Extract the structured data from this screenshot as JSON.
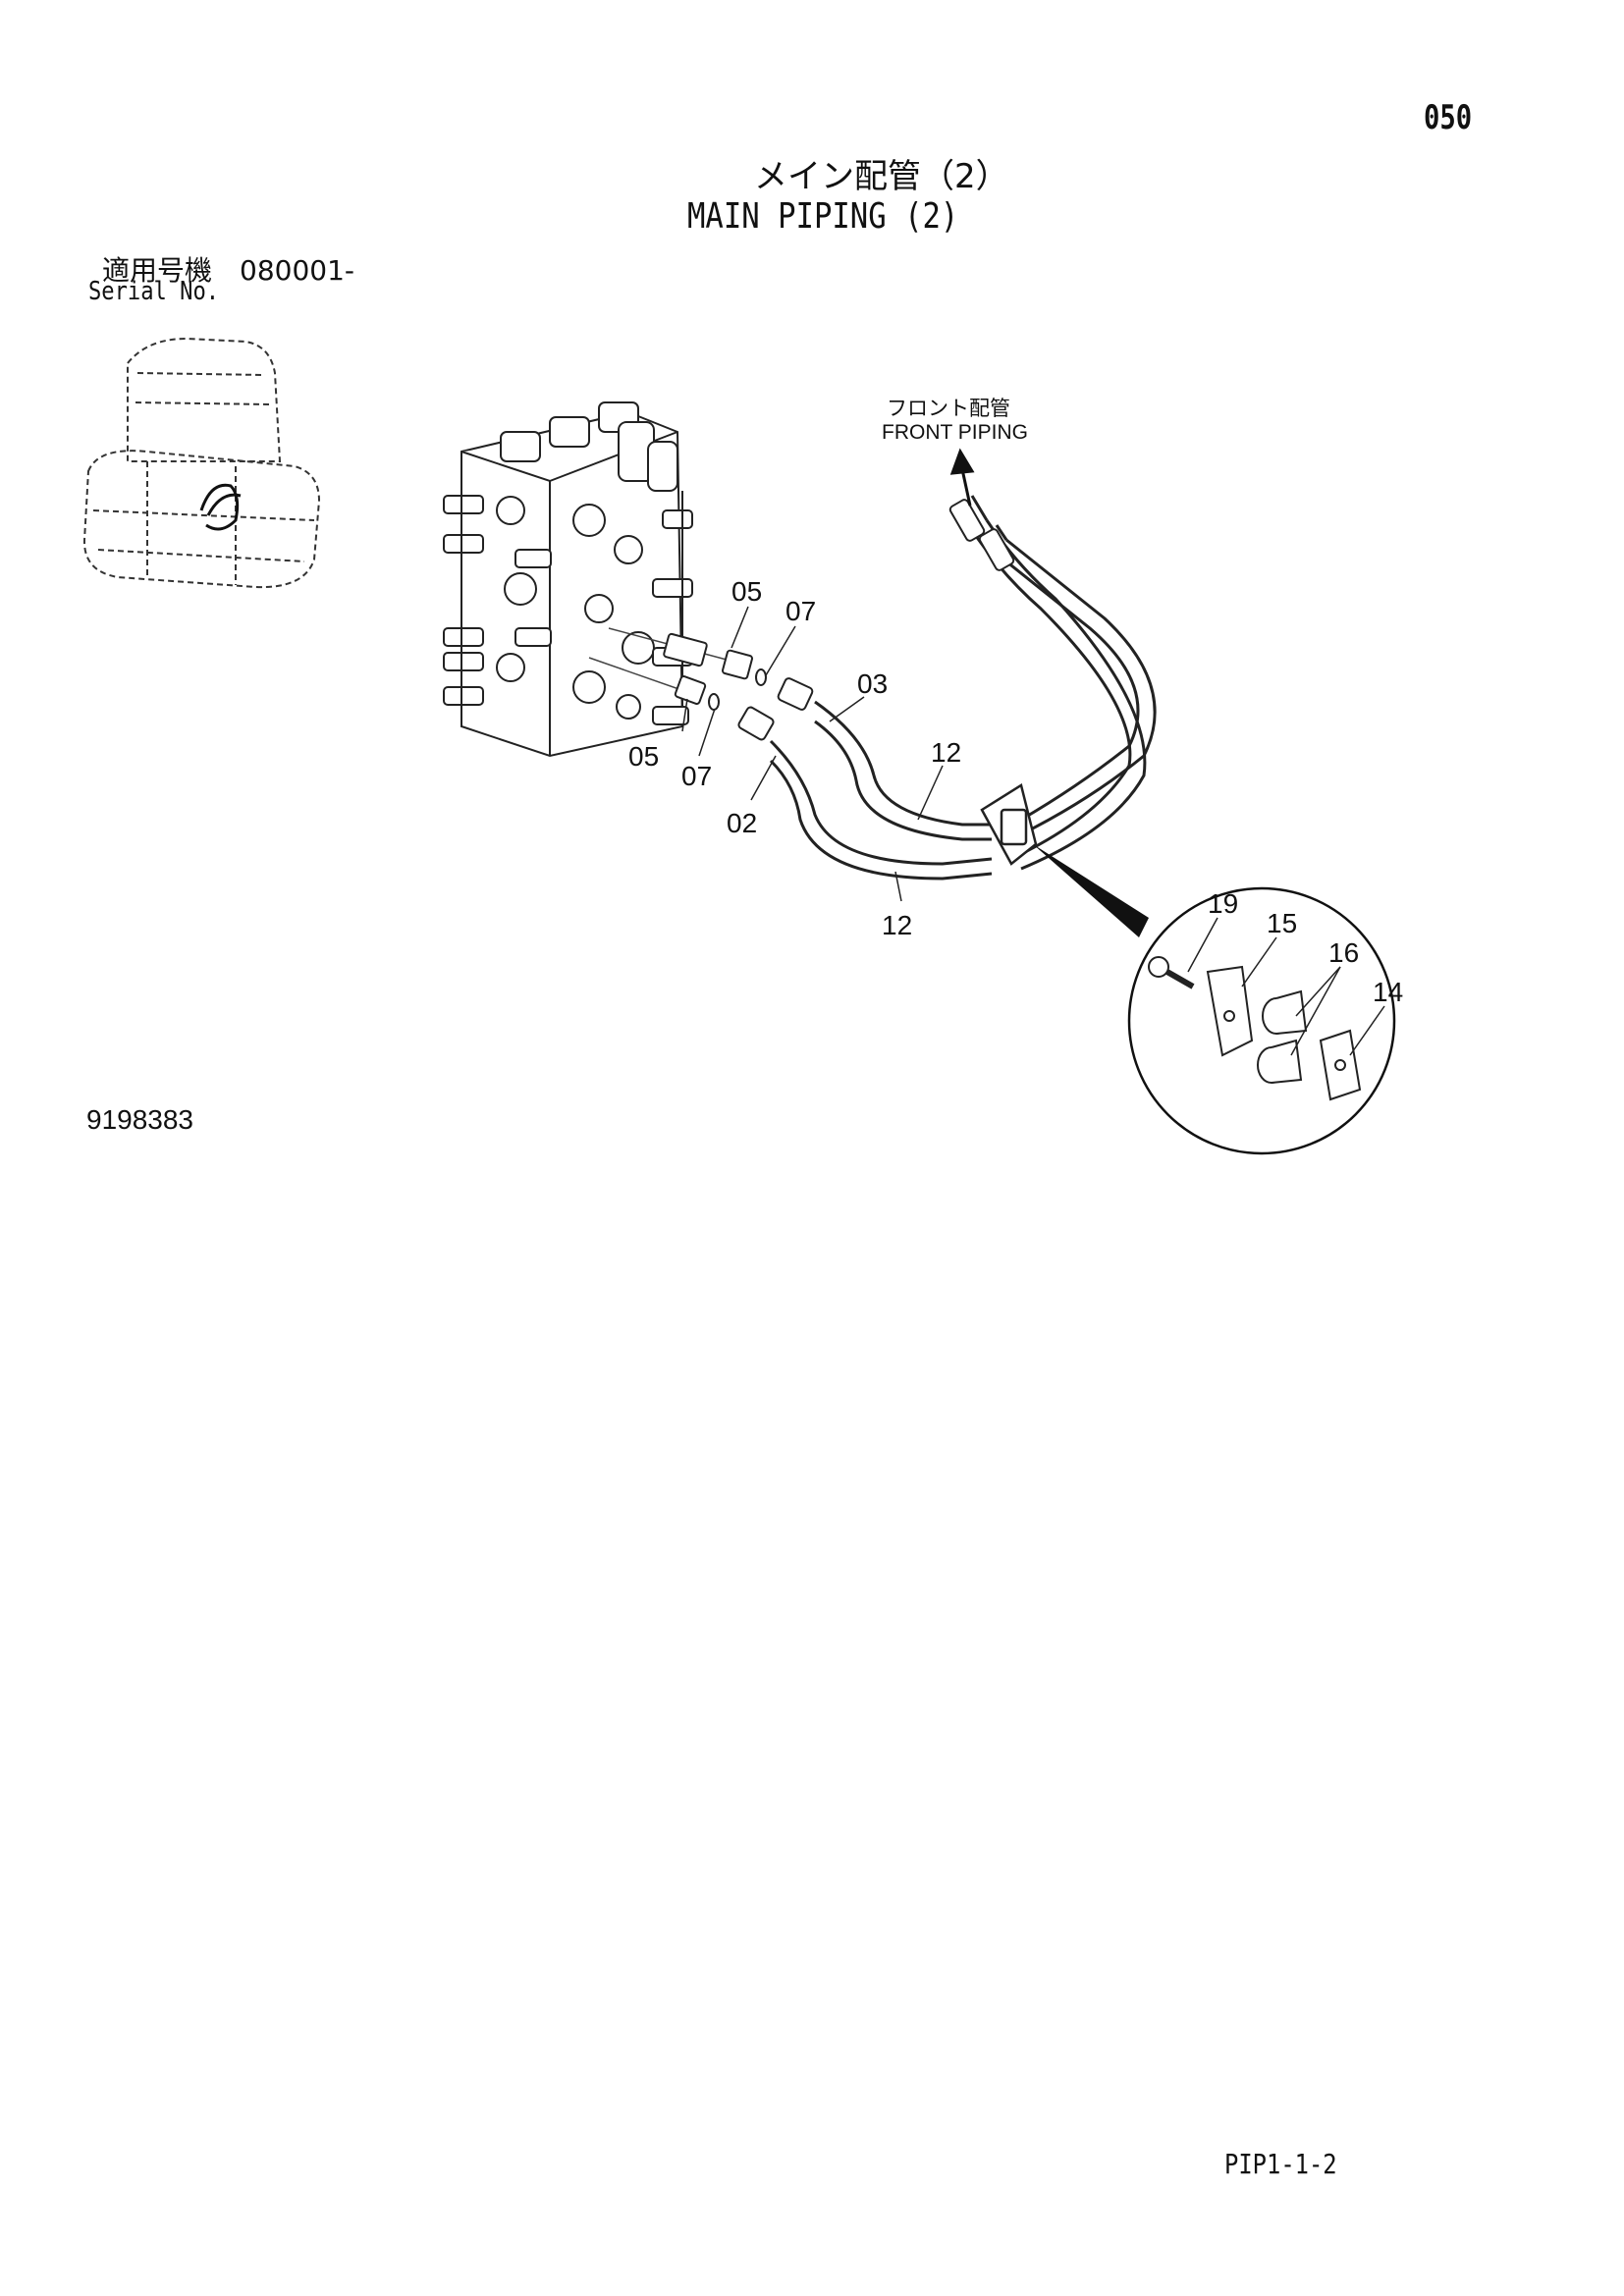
{
  "header": {
    "page_number": "050",
    "title_ja": "メイン配管（2）",
    "title_en": "MAIN PIPING (2)"
  },
  "serial": {
    "label_ja": "適用号機　080001-",
    "label_en": "Serial No."
  },
  "callouts": {
    "front_piping_ja": "フロント配管",
    "front_piping_en": "FRONT PIPING",
    "part_05_upper": "05",
    "part_07_upper": "07",
    "part_03": "03",
    "part_05_lower": "05",
    "part_07_lower": "07",
    "part_02": "02",
    "part_12_upper": "12",
    "part_12_lower": "12",
    "part_19": "19",
    "part_15": "15",
    "part_16": "16",
    "part_14": "14"
  },
  "footer": {
    "figure_number": "9198383",
    "page_code": "PIP1-1-2"
  }
}
